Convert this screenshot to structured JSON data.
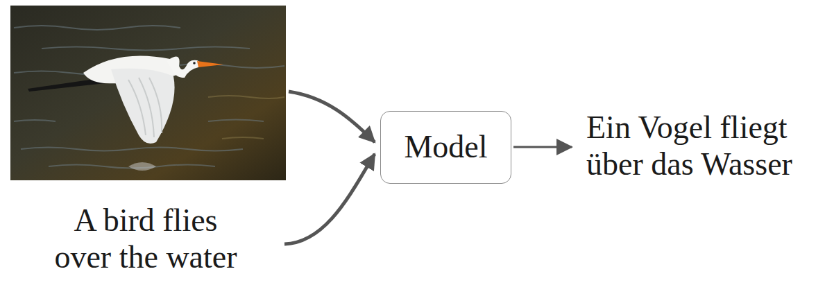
{
  "diagram": {
    "nodes": [
      {
        "text": [
          "Model"
        ]
      }
    ],
    "labels": [
      "A bird flies over the water",
      "Ein Vogel fliegt über das Wasser"
    ]
  }
}
